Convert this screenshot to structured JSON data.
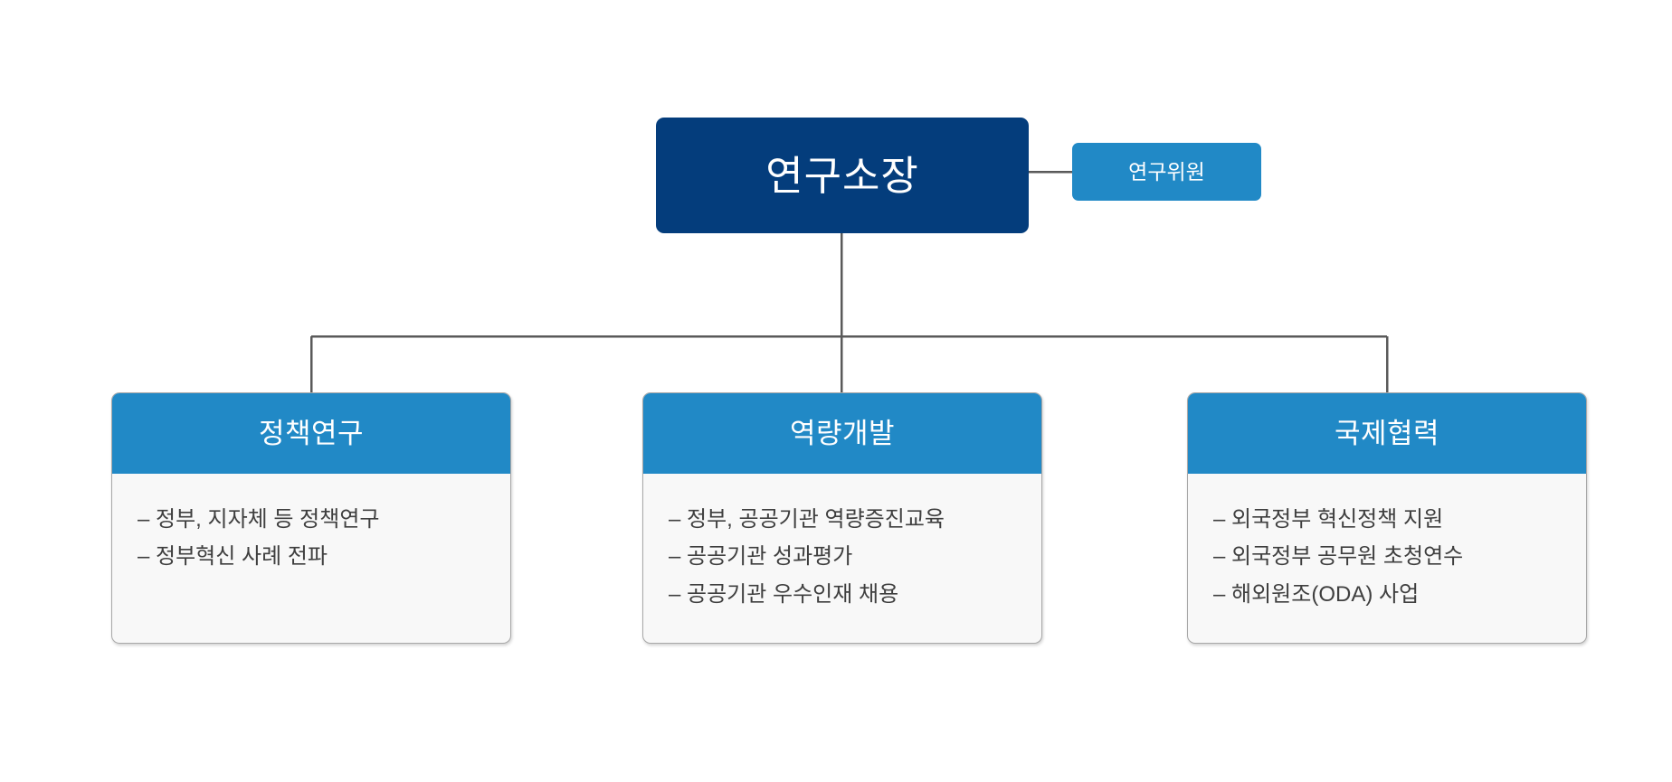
{
  "diagram": {
    "type": "organization-chart",
    "colors": {
      "root_fill": "#043D7C",
      "branch_fill": "#2189C6",
      "card_body_fill": "#F8F8F8",
      "card_border": "#A8A8A8",
      "connector": "#5A5A5A",
      "header_text": "#FFFFFF",
      "body_text": "#3F3F3F"
    },
    "root": {
      "label": "연구소장"
    },
    "aside": {
      "label": "연구위원"
    },
    "departments": [
      {
        "title": "정책연구",
        "items": [
          "– 정부, 지자체 등 정책연구",
          "– 정부혁신 사례 전파"
        ]
      },
      {
        "title": "역량개발",
        "items": [
          "– 정부, 공공기관 역량증진교육",
          "– 공공기관 성과평가",
          "– 공공기관 우수인재 채용"
        ]
      },
      {
        "title": "국제협력",
        "items": [
          "– 외국정부 혁신정책 지원",
          "– 외국정부 공무원 초청연수",
          "– 해외원조(ODA) 사업"
        ]
      }
    ]
  }
}
